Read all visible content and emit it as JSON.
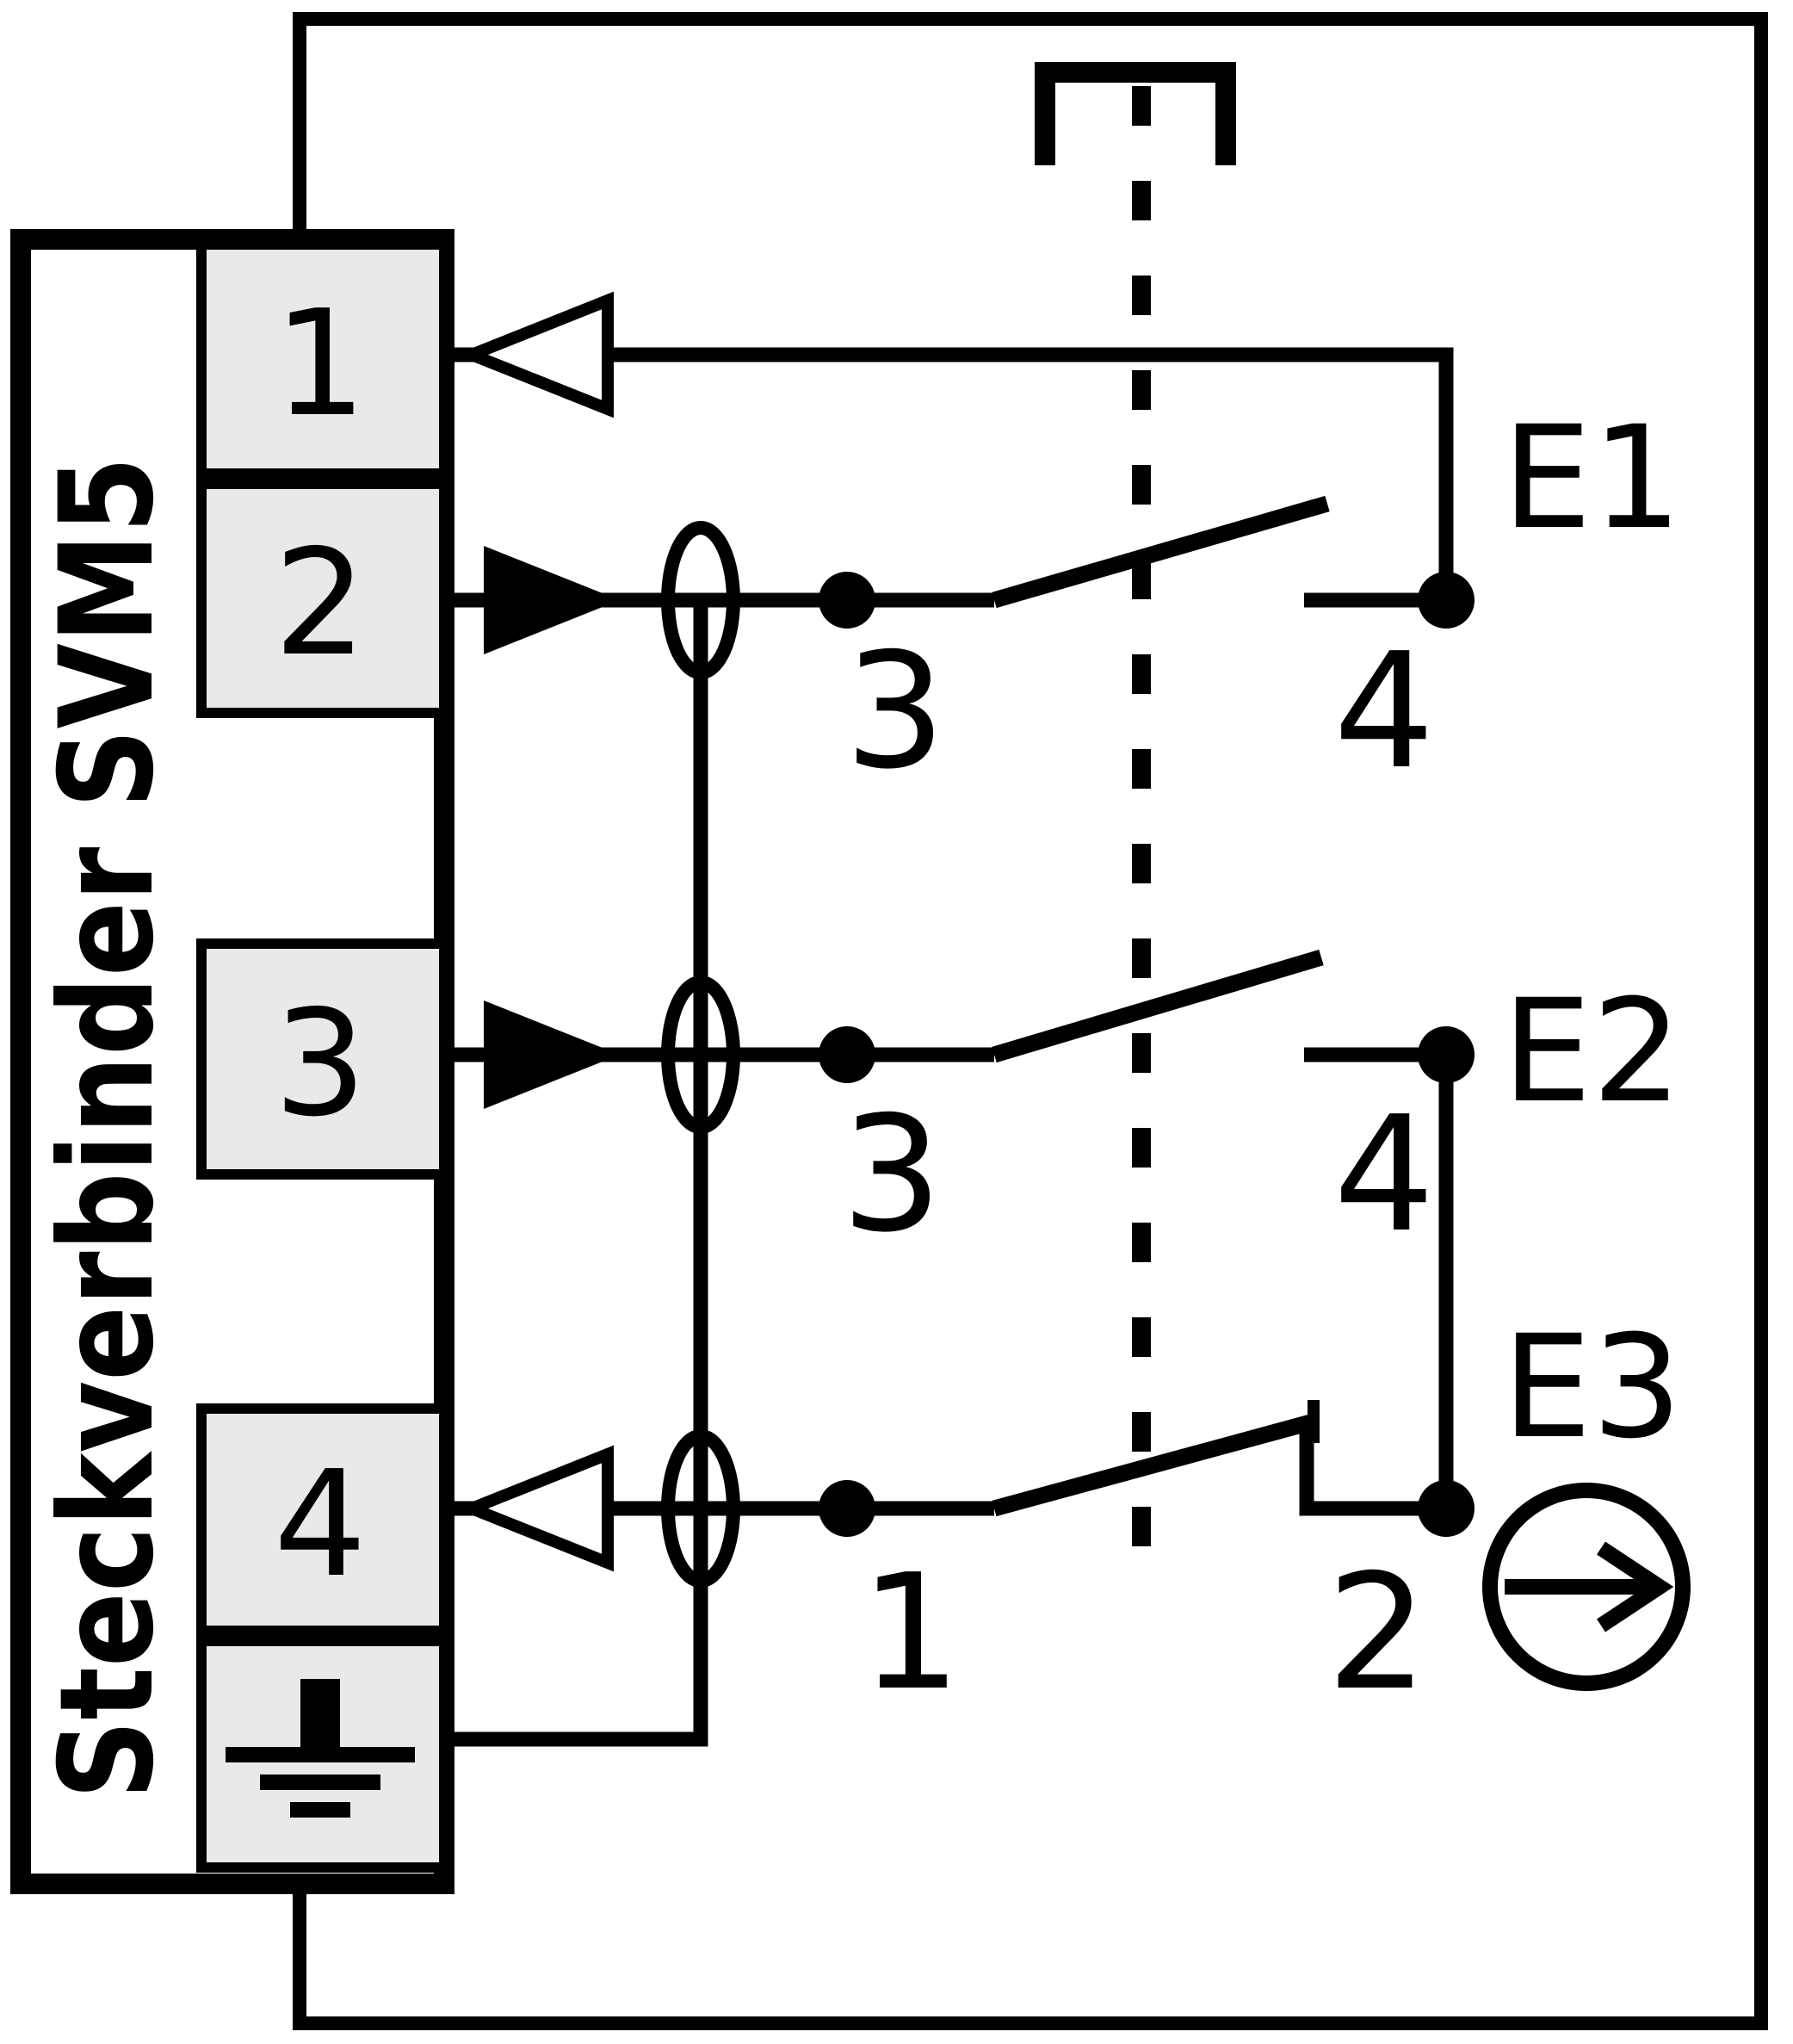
{
  "diagram": {
    "connector": {
      "label": "Steckverbinder SVM5",
      "pin_labels": [
        "1",
        "2",
        "3",
        "4"
      ],
      "ground_icon": "earth-ground-symbol"
    },
    "contacts": [
      {
        "label": "E1",
        "terminal_left": "3",
        "terminal_right": "4"
      },
      {
        "label": "E2",
        "terminal_left": "3",
        "terminal_right": "4"
      },
      {
        "label": "E3",
        "terminal_left": "1",
        "terminal_right": "2"
      }
    ],
    "icons": {
      "actuator_bracket": "plunger-bracket",
      "mechanical_link": "vertical-dashed-line",
      "cable_bushing": "oval-ring",
      "input_arrow": "open-triangle-left",
      "output_arrow": "filled-triangle-right",
      "junction_dot": "filled-circle",
      "actuation_direction": "circle-with-right-arrow",
      "ground": "earth-ground-symbol"
    },
    "colors": {
      "line": "#000000",
      "background": "#ffffff",
      "pin_box_fill": "#e9e9e9"
    }
  }
}
